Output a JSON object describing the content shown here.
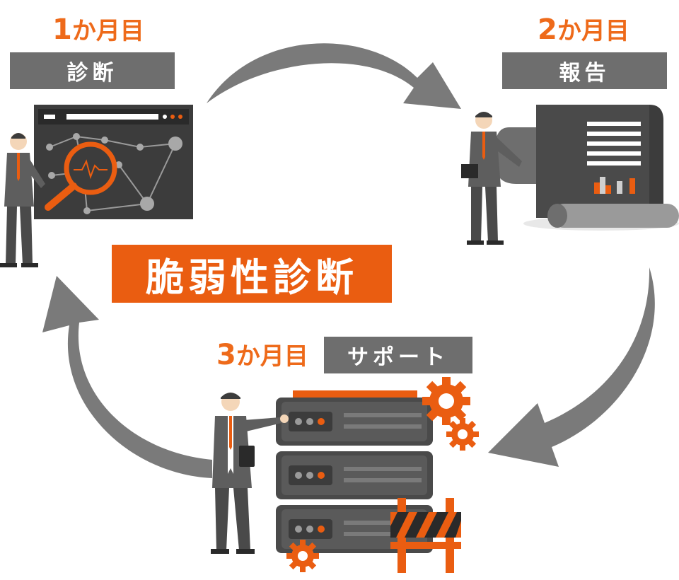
{
  "steps": [
    {
      "month_num": "1",
      "month_suffix": "か月目",
      "label": "診断"
    },
    {
      "month_num": "2",
      "month_suffix": "か月目",
      "label": "報告"
    },
    {
      "month_num": "3",
      "month_suffix": "か月目",
      "label": "サポート"
    }
  ],
  "center_title": "脆弱性診断",
  "colors": {
    "accent": "#ea5d11",
    "gray": "#6e6e6e",
    "dark": "#3c3c3c",
    "arrow": "#7a7a7a"
  },
  "icons": [
    "magnifier-monitor-icon",
    "report-scroll-icon",
    "server-rack-icon",
    "gear-icon",
    "barricade-icon",
    "businessman-icon"
  ]
}
